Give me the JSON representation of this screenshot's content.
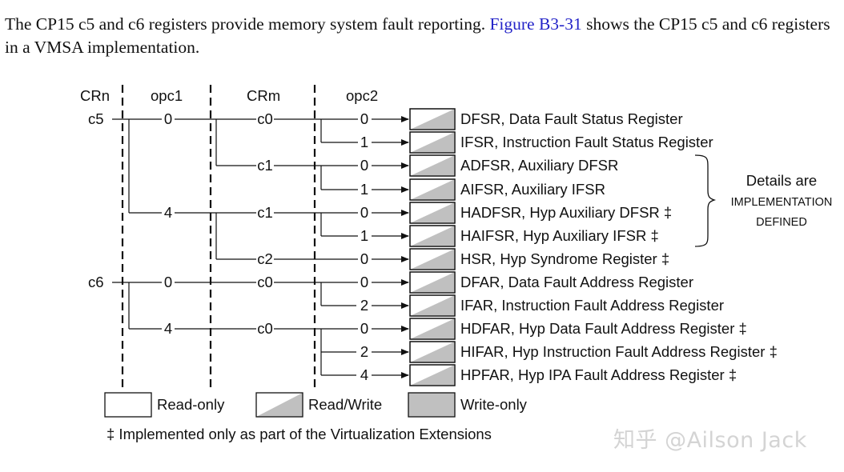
{
  "intro": {
    "part1": "The CP15 c5 and c6 registers provide memory system fault reporting. ",
    "link": "Figure B3-31",
    "part2": " shows the CP15 c5 and c6 registers in a VMSA implementation."
  },
  "headers": {
    "crn": "CRn",
    "opc1": "opc1",
    "crm": "CRm",
    "opc2": "opc2"
  },
  "crn_labels": {
    "c5": "c5",
    "c6": "c6"
  },
  "opc1_labels": [
    "0",
    "4",
    "0",
    "4"
  ],
  "crm_labels": [
    "c0",
    "c1",
    "c1",
    "c2",
    "c0",
    "c0"
  ],
  "opc2_labels": [
    "0",
    "1",
    "0",
    "1",
    "0",
    "1",
    "0",
    "0",
    "2",
    "0",
    "2",
    "4"
  ],
  "registers": [
    "DFSR, Data Fault Status Register",
    "IFSR, Instruction Fault Status Register",
    "ADFSR, Auxiliary DFSR",
    "AIFSR, Auxiliary IFSR",
    "HADFSR, Hyp Auxiliary DFSR ‡",
    "HAIFSR, Hyp Auxiliary IFSR ‡",
    "HSR, Hyp Syndrome Register ‡",
    "DFAR, Data Fault Address Register",
    "IFAR, Instruction Fault Address Register",
    "HDFAR, Hyp Data Fault Address Register ‡",
    "HIFAR, Hyp Instruction Fault Address Register ‡",
    "HPFAR, Hyp IPA Fault Address Register ‡"
  ],
  "note": {
    "line1": "Details are",
    "line2": "IMPLEMENTATION",
    "line3": "DEFINED"
  },
  "legend": {
    "read_only": "Read-only",
    "read_write": "Read/Write",
    "write_only": "Write-only"
  },
  "footnote": "‡ Implemented only as part of the Virtualization Extensions",
  "watermark": "知乎 @Ailson Jack",
  "colors": {
    "link": "#2323c8",
    "shade": "#c0c0c0"
  }
}
